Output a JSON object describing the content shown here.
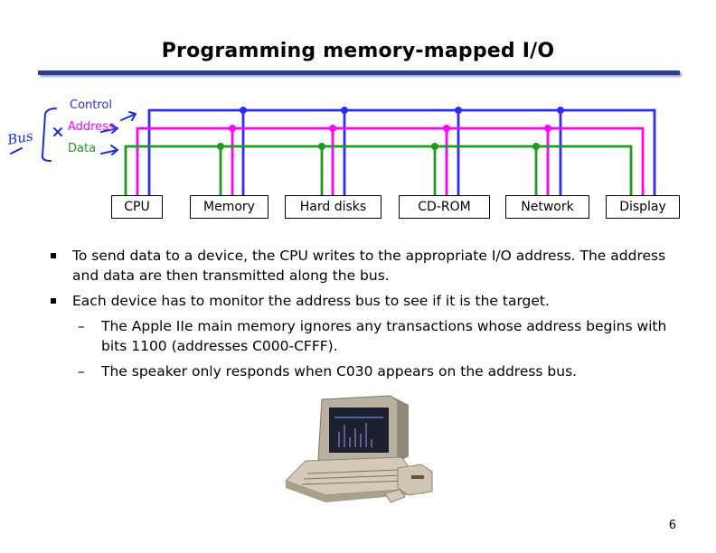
{
  "slide": {
    "title": "Programming memory-mapped I/O",
    "page_number": "6"
  },
  "diagram": {
    "bus_labels": {
      "control": "Control",
      "address": "Address",
      "data": "Data"
    },
    "handwritten_note": "Bus",
    "devices": [
      "CPU",
      "Memory",
      "Hard disks",
      "CD-ROM",
      "Network",
      "Display"
    ],
    "colors": {
      "control": "#2b2bff",
      "address": "#ff00ff",
      "data": "#1f9a1f",
      "ink": "#1a2fd8"
    }
  },
  "bullets": [
    {
      "text": "To send data to a device, the CPU writes to the appropriate I/O address. The address and data are then transmitted along the bus.",
      "level": 1
    },
    {
      "text": "Each device has to monitor the address bus to see if it is the target.",
      "level": 1
    },
    {
      "text": "The Apple IIe main memory ignores any transactions whose address begins with bits 1100 (addresses C000-CFFF).",
      "level": 2
    },
    {
      "text": "The speaker only responds when C030 appears on the address bus.",
      "level": 2
    }
  ],
  "image": {
    "icon": "apple-iie-computer-image"
  }
}
